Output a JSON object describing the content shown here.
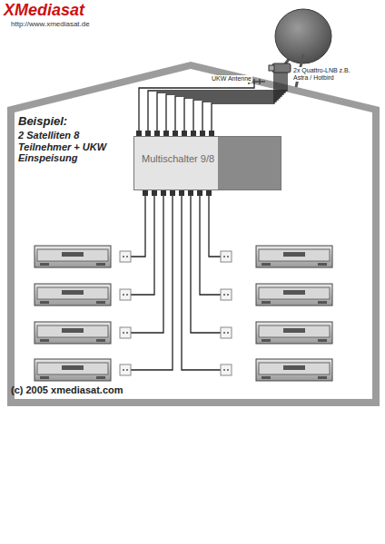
{
  "diagram": {
    "title": "Beispiel:",
    "caption": "(c) 2005 xmediasat.com",
    "nodes": [
      {
        "text": [
          "Multischalter 9/8"
        ]
      }
    ],
    "labels": [
      "XMediasat",
      "http://www.xmediasat.de",
      "2 Satelliten 8 Teilnehmer + UKW Einspeisung",
      "UKW Antenne",
      "2x Quattro-LNB z.B. Astra / Hotbird"
    ]
  }
}
